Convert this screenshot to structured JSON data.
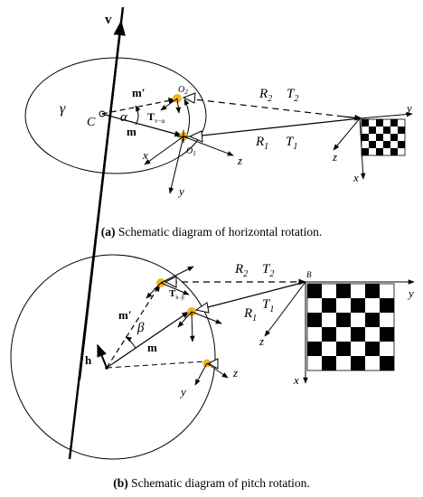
{
  "panel_a": {
    "caption_tag": "(a)",
    "caption_text": "Schematic diagram of horizontal rotation.",
    "labels": {
      "v": "v",
      "gamma": "γ",
      "C": "C",
      "alpha": "α",
      "m": "m",
      "m_prime": "m′",
      "T_rot": "T",
      "T_rot_sub": "v−α",
      "O1": "O",
      "O1_sub": "1",
      "O2": "O",
      "O2_sub": "2",
      "R2": "R",
      "R2_sub": "2",
      "T2": "T",
      "T2_sub": "2",
      "R1": "R",
      "R1_sub": "1",
      "T1": "T",
      "T1_sub": "1",
      "cam_x": "x",
      "cam_y": "y",
      "cam_z": "z",
      "board_x": "x",
      "board_y": "y",
      "board_z": "z"
    }
  },
  "panel_b": {
    "caption_tag": "(b)",
    "caption_text": "Schematic diagram of pitch rotation.",
    "labels": {
      "h": "h",
      "beta": "β",
      "m": "m",
      "m_prime": "m′",
      "T_rot": "T",
      "T_rot_sub": "h−β",
      "R2": "R",
      "R2_sub": "2",
      "T2": "T",
      "T2_sub": "2",
      "R1": "R",
      "R1_sub": "1",
      "T1": "T",
      "T1_sub": "1",
      "B": "B",
      "cam_y": "y",
      "cam_z": "z",
      "board_x": "x",
      "board_y": "y",
      "board_z": "z"
    }
  },
  "colors": {
    "line": "#000000",
    "marker": "#f2b51f",
    "board_dark": "#000000",
    "board_light": "#ffffff"
  }
}
